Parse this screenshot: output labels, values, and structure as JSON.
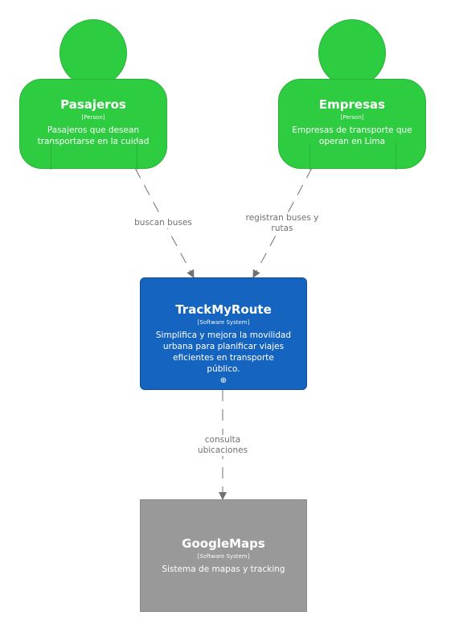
{
  "people": [
    {
      "title": "Pasajeros",
      "stereotype": "[Person]",
      "description": "Pasajeros que desean transportarse en la cuidad"
    },
    {
      "title": "Empresas",
      "stereotype": "[Person]",
      "description": "Empresas de transporte que operan en Lima"
    }
  ],
  "system": {
    "title": "TrackMyRoute",
    "stereotype": "[Software System]",
    "description": "Simplifica y mejora la movilidad urbana para planificar viajes eficientes en transporte público.",
    "zoom_icon": "zoom-in-icon"
  },
  "external": {
    "title": "GoogleMaps",
    "stereotype": "[Software System]",
    "description": "Sistema de mapas y tracking"
  },
  "relations": [
    {
      "label": "buscan buses"
    },
    {
      "label": "registran buses y rutas"
    },
    {
      "label": "consulta ubicaciones"
    }
  ],
  "colors": {
    "person": "#2ecc40",
    "system": "#1565c0",
    "external": "#999999",
    "edge": "#707070"
  }
}
